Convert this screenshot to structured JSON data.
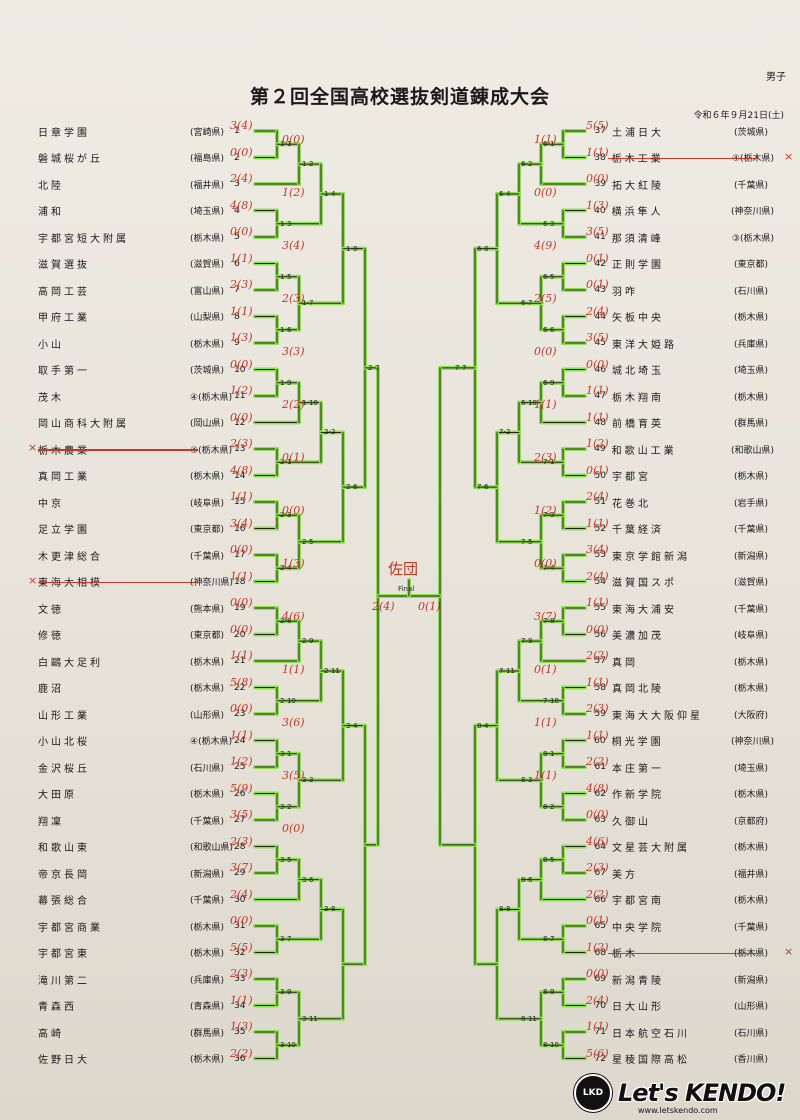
{
  "header": {
    "title": "第２回全国高校選抜剣道錬成大会",
    "division": "男子",
    "date": "令和６年９月21日(土)"
  },
  "colors": {
    "highlight": "#8fe04f",
    "bracket_line": "#222222",
    "ink_red": "#c0392b",
    "paper": "#ebe8e0"
  },
  "left_teams": [
    {
      "num": "1",
      "name": "日章学園",
      "pref": "(宮崎県)"
    },
    {
      "num": "2",
      "name": "磐城桜が丘",
      "pref": "(福島県)"
    },
    {
      "num": "3",
      "name": "北陸",
      "pref": "(福井県)"
    },
    {
      "num": "4",
      "name": "浦和",
      "pref": "(埼玉県)"
    },
    {
      "num": "5",
      "name": "宇都宮短大附属",
      "pref": "(栃木県)"
    },
    {
      "num": "6",
      "name": "滋賀選抜",
      "pref": "(滋賀県)"
    },
    {
      "num": "7",
      "name": "高岡工芸",
      "pref": "(富山県)"
    },
    {
      "num": "8",
      "name": "甲府工業",
      "pref": "(山梨県)"
    },
    {
      "num": "9",
      "name": "小山",
      "pref": "(栃木県)"
    },
    {
      "num": "10",
      "name": "取手第一",
      "pref": "(茨城県)"
    },
    {
      "num": "11",
      "name": "茂木",
      "pref": "④(栃木県)"
    },
    {
      "num": "12",
      "name": "岡山商科大附属",
      "pref": "(岡山県)"
    },
    {
      "num": "13",
      "name": "栃木農業",
      "pref": "④(栃木県)"
    },
    {
      "num": "14",
      "name": "真岡工業",
      "pref": "(栃木県)"
    },
    {
      "num": "15",
      "name": "中京",
      "pref": "(岐阜県)"
    },
    {
      "num": "16",
      "name": "足立学園",
      "pref": "(東京都)"
    },
    {
      "num": "17",
      "name": "木更津総合",
      "pref": "(千葉県)"
    },
    {
      "num": "18",
      "name": "東海大相模",
      "pref": "(神奈川県)"
    },
    {
      "num": "19",
      "name": "文徳",
      "pref": "(熊本県)"
    },
    {
      "num": "20",
      "name": "修徳",
      "pref": "(東京都)"
    },
    {
      "num": "21",
      "name": "白鷗大足利",
      "pref": "(栃木県)"
    },
    {
      "num": "22",
      "name": "鹿沼",
      "pref": "(栃木県)"
    },
    {
      "num": "23",
      "name": "山形工業",
      "pref": "(山形県)"
    },
    {
      "num": "24",
      "name": "小山北桜",
      "pref": "④(栃木県)"
    },
    {
      "num": "25",
      "name": "金沢桜丘",
      "pref": "(石川県)"
    },
    {
      "num": "26",
      "name": "大田原",
      "pref": "(栃木県)"
    },
    {
      "num": "27",
      "name": "翔凜",
      "pref": "(千葉県)"
    },
    {
      "num": "28",
      "name": "和歌山東",
      "pref": "(和歌山県)"
    },
    {
      "num": "29",
      "name": "帝京長岡",
      "pref": "(新潟県)"
    },
    {
      "num": "30",
      "name": "幕張総合",
      "pref": "(千葉県)"
    },
    {
      "num": "31",
      "name": "宇都宮商業",
      "pref": "(栃木県)"
    },
    {
      "num": "32",
      "name": "宇都宮東",
      "pref": "(栃木県)"
    },
    {
      "num": "33",
      "name": "滝川第二",
      "pref": "(兵庫県)"
    },
    {
      "num": "34",
      "name": "青森西",
      "pref": "(青森県)"
    },
    {
      "num": "35",
      "name": "高崎",
      "pref": "(群馬県)"
    },
    {
      "num": "36",
      "name": "佐野日大",
      "pref": "(栃木県)"
    }
  ],
  "right_teams": [
    {
      "num": "37",
      "name": "土浦日大",
      "pref": "(茨城県)"
    },
    {
      "num": "38",
      "name": "栃木工業",
      "pref": "④(栃木県)"
    },
    {
      "num": "39",
      "name": "拓大紅陵",
      "pref": "(千葉県)"
    },
    {
      "num": "40",
      "name": "横浜隼人",
      "pref": "(神奈川県)"
    },
    {
      "num": "41",
      "name": "那須清峰",
      "pref": "③(栃木県)"
    },
    {
      "num": "42",
      "name": "正則学園",
      "pref": "(東京都)"
    },
    {
      "num": "43",
      "name": "羽咋",
      "pref": "(石川県)"
    },
    {
      "num": "44",
      "name": "矢板中央",
      "pref": "(栃木県)"
    },
    {
      "num": "45",
      "name": "東洋大姫路",
      "pref": "(兵庫県)"
    },
    {
      "num": "46",
      "name": "城北埼玉",
      "pref": "(埼玉県)"
    },
    {
      "num": "47",
      "name": "栃木翔南",
      "pref": "(栃木県)"
    },
    {
      "num": "48",
      "name": "前橋育英",
      "pref": "(群馬県)"
    },
    {
      "num": "49",
      "name": "和歌山工業",
      "pref": "(和歌山県)"
    },
    {
      "num": "50",
      "name": "宇都宮",
      "pref": "(栃木県)"
    },
    {
      "num": "51",
      "name": "花巻北",
      "pref": "(岩手県)"
    },
    {
      "num": "52",
      "name": "千葉経済",
      "pref": "(千葉県)"
    },
    {
      "num": "53",
      "name": "東京学館新潟",
      "pref": "(新潟県)"
    },
    {
      "num": "54",
      "name": "滋賀国スポ",
      "pref": "(滋賀県)"
    },
    {
      "num": "55",
      "name": "東海大浦安",
      "pref": "(千葉県)"
    },
    {
      "num": "56",
      "name": "美濃加茂",
      "pref": "(岐阜県)"
    },
    {
      "num": "57",
      "name": "真岡",
      "pref": "(栃木県)"
    },
    {
      "num": "58",
      "name": "真岡北陵",
      "pref": "(栃木県)"
    },
    {
      "num": "59",
      "name": "東海大大阪仰星",
      "pref": "(大阪府)"
    },
    {
      "num": "60",
      "name": "桐光学園",
      "pref": "(神奈川県)"
    },
    {
      "num": "61",
      "name": "本庄第一",
      "pref": "(埼玉県)"
    },
    {
      "num": "62",
      "name": "作新学院",
      "pref": "(栃木県)"
    },
    {
      "num": "63",
      "name": "久御山",
      "pref": "(京都府)"
    },
    {
      "num": "64",
      "name": "文星芸大附属",
      "pref": "(栃木県)"
    },
    {
      "num": "67",
      "name": "美方",
      "pref": "(福井県)"
    },
    {
      "num": "66",
      "name": "宇都宮南",
      "pref": "(栃木県)"
    },
    {
      "num": "65",
      "name": "中央学院",
      "pref": "(千葉県)"
    },
    {
      "num": "68",
      "name": "栃木",
      "pref": "(栃木県)"
    },
    {
      "num": "69",
      "name": "新潟青陵",
      "pref": "(新潟県)"
    },
    {
      "num": "70",
      "name": "日大山形",
      "pref": "(山形県)"
    },
    {
      "num": "71",
      "name": "日本航空石川",
      "pref": "(石川県)"
    },
    {
      "num": "72",
      "name": "星稜国際高松",
      "pref": "(香川県)"
    }
  ],
  "match_labels": {
    "left": [
      "1-1",
      "1-2",
      "1-3",
      "1-4",
      "1-5",
      "1-6",
      "1-7",
      "1-8",
      "1-9",
      "1-10",
      "2-1",
      "2-2",
      "2-3",
      "2-4",
      "2-5",
      "2-6",
      "2-7",
      "2-8",
      "2-9",
      "2-10",
      "2-11",
      "3-1",
      "3-2",
      "3-3",
      "3-4",
      "3-5",
      "3-6",
      "3-7",
      "3-8",
      "3-9",
      "3-10",
      "3-11"
    ],
    "right": [
      "6-1",
      "6-2",
      "6-3",
      "6-4",
      "6-5",
      "6-6",
      "6-7",
      "6-8",
      "6-9",
      "6-10",
      "7-1",
      "7-2",
      "7-3",
      "7-4",
      "7-5",
      "7-6",
      "7-7",
      "7-8",
      "7-9",
      "7-10",
      "7-11",
      "8-1",
      "8-2",
      "8-3",
      "8-4",
      "8-5",
      "8-6",
      "8-7",
      "8-8",
      "8-9",
      "8-10",
      "8-11"
    ],
    "final": "Final"
  },
  "scores": [
    "3(4)",
    "5(5)",
    "0(0)",
    "1(1)",
    "2(4)",
    "0(0)",
    "4(8)",
    "1(3)",
    "0(0)",
    "3(5)",
    "1(1)",
    "0(1)",
    "2(3)",
    "0(1)",
    "1(1)",
    "2(4)",
    "1(3)",
    "3(5)",
    "0(0)",
    "0(0)",
    "1(2)",
    "1(1)",
    "0(0)",
    "1(1)",
    "2(3)",
    "1(2)",
    "4(8)",
    "0(1)",
    "1(1)",
    "2(4)",
    "3(4)",
    "1(1)",
    "0(0)",
    "3(4)",
    "1(1)",
    "2(4)",
    "0(0)",
    "1(1)",
    "0(0)",
    "0(0)",
    "1(1)",
    "2(2)",
    "5(8)",
    "1(1)",
    "0(0)",
    "2(3)",
    "1(1)",
    "1(1)",
    "1(2)",
    "2(2)",
    "5(9)",
    "4(8)",
    "3(5)",
    "0(0)",
    "2(3)",
    "4(6)",
    "3(7)",
    "2(3)",
    "2(4)",
    "2(2)",
    "0(0)",
    "0(1)",
    "5(5)",
    "1(2)",
    "2(3)",
    "0(0)",
    "1(1)",
    "2(4)",
    "1(3)",
    "1(1)",
    "2(2)",
    "5(6)",
    "0(0)",
    "1(1)",
    "1(2)",
    "0(0)",
    "3(4)",
    "4(9)",
    "2(3)",
    "2(5)",
    "3(3)",
    "0(0)",
    "2(2)",
    "1(1)",
    "0(1)",
    "2(3)",
    "0(0)",
    "1(2)",
    "1(3)",
    "0(0)",
    "4(6)",
    "3(7)",
    "1(1)",
    "0(1)",
    "3(6)",
    "1(1)",
    "3(5)",
    "1(1)",
    "0(0)"
  ],
  "annotations": {
    "winner_note": "佐団",
    "center_left": "2(4)",
    "center_right": "0(1)",
    "center_mark": "1(3)"
  },
  "watermark": {
    "badge": "LKD",
    "brand": "Let's KENDO!",
    "url": "www.letskendo.com"
  }
}
